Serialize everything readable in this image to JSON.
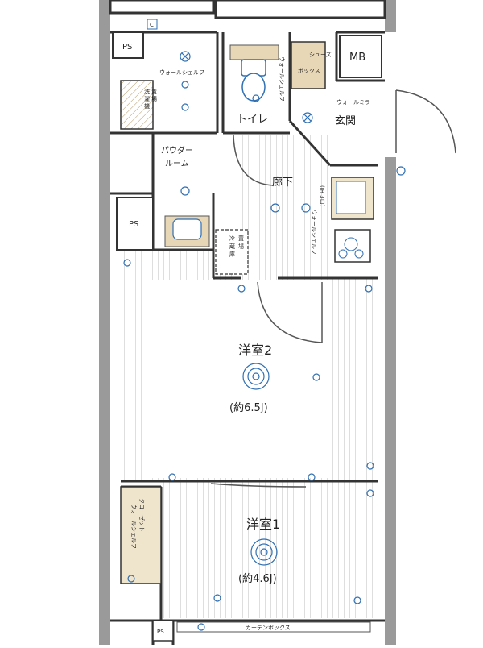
{
  "rooms": {
    "western_room_2": {
      "name": "洋室2",
      "size": "(約6.5J)"
    },
    "western_room_1": {
      "name": "洋室1",
      "size": "(約4.6J)"
    },
    "toilet": "トイレ",
    "entrance": "玄関",
    "corridor": "廊下",
    "powder_room": [
      "パウダー",
      "ルーム"
    ],
    "laundry": [
      "洗",
      "濯",
      "機",
      "置",
      "場"
    ],
    "shoes_box": [
      "シューズ",
      "ボックス"
    ],
    "fridge": [
      "冷",
      "蔵",
      "庫",
      "置",
      "場"
    ],
    "closet": "クローゼット"
  },
  "labels": {
    "ps_top": "PS",
    "ps_mid": "PS",
    "ps_bottom": "PS",
    "mb": "MB",
    "wall_shelf_top": "ウォールシェルフ",
    "wall_shelf_toilet": "ウォールシェルフ",
    "wall_shelf_closet": "ウォールシェルフ",
    "wall_mirror": "ウォールミラー",
    "wall_shelf_kitchen": "ウォールシェルフ",
    "ih": "(IH 3口)",
    "curtain_box": "カーテンボックス",
    "c_mark": "C"
  },
  "colors": {
    "outer_wall": "#8a8a8a",
    "wall": "#3a3a3a",
    "floor_line": "#bcbcbc",
    "fixture": "#2f6fb3",
    "tan": "#e8d7b6"
  }
}
